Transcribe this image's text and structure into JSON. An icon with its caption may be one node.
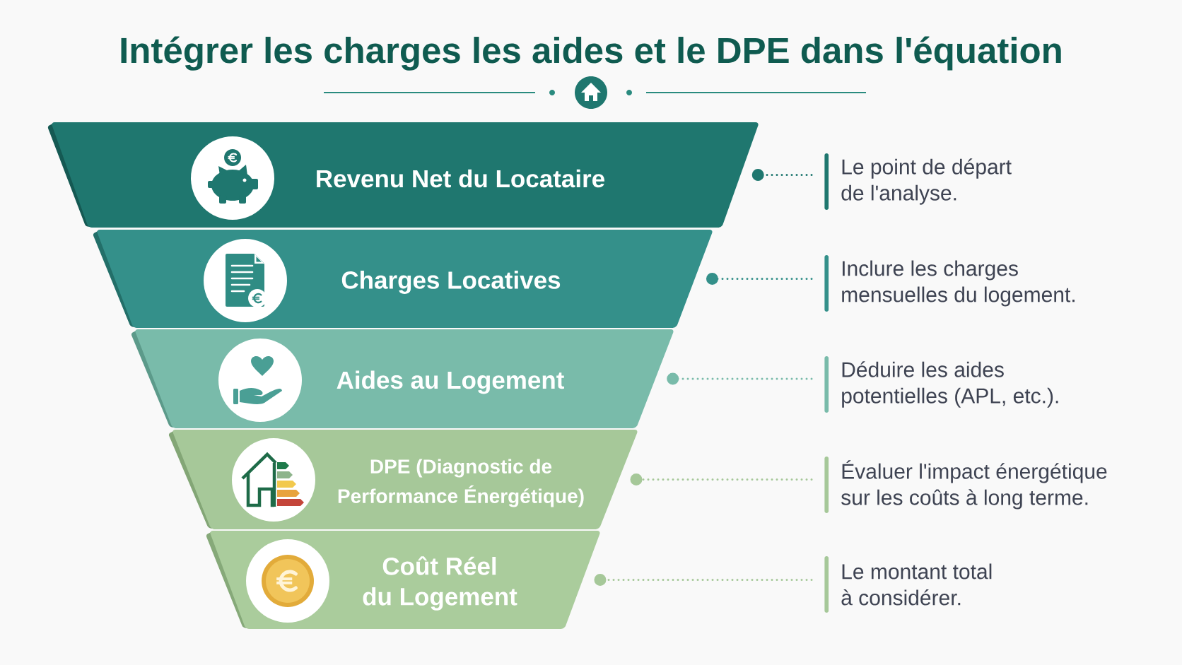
{
  "diagram": {
    "title": "Intégrer les charges les aides et le DPE dans l'équation",
    "nodes": [
      {
        "text": [
          "Revenu Net du Locataire"
        ]
      },
      {
        "text": [
          "Le point de départ de l'analyse."
        ]
      },
      {
        "text": [
          "Charges Locatives"
        ]
      },
      {
        "text": [
          "Inclure les charges mensuelles du logement."
        ]
      },
      {
        "text": [
          "Aides au Logement"
        ]
      },
      {
        "text": [
          "Déduire les aides potentielles (APL, etc.)."
        ]
      },
      {
        "text": [
          "DPE (Diagnostic de Performance Énergétique)"
        ]
      },
      {
        "text": [
          "Évaluer l'impact énergétique sur les coûts à long terme."
        ]
      },
      {
        "text": [
          "Coût Réel du Logement"
        ]
      },
      {
        "text": [
          "Le montant total à considérer."
        ]
      }
    ],
    "edges": [
      {
        "from": 0,
        "to": 1,
        "arrow": "other",
        "style": "dashed",
        "color": "#1f776f"
      },
      {
        "from": 2,
        "to": 3,
        "arrow": "other",
        "style": "dashed",
        "color": "#34908a"
      },
      {
        "from": 4,
        "to": 5,
        "arrow": "other",
        "style": "dashed",
        "color": "#79bbaa"
      },
      {
        "from": 6,
        "to": 7,
        "arrow": "other",
        "style": "dashed",
        "color": "#a6c899"
      },
      {
        "from": 8,
        "to": 9,
        "arrow": "other",
        "style": "dashed",
        "color": "#a6c899"
      }
    ]
  }
}
